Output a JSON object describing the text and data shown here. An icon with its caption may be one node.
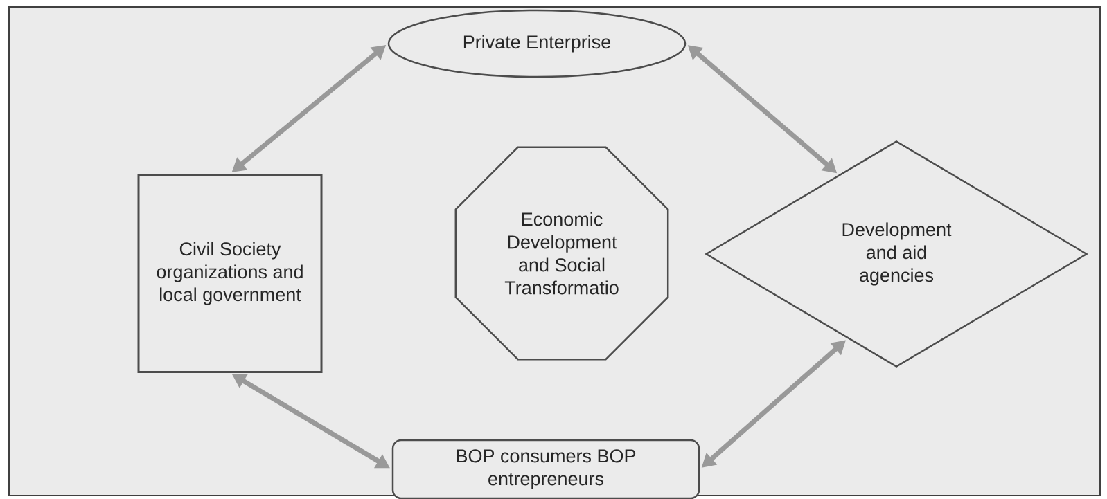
{
  "diagram": {
    "nodes": [
      {
        "text": [
          "Private Enterprise"
        ]
      },
      {
        "text": [
          "Civil Society organizations and local government"
        ]
      },
      {
        "text": [
          "Economic Development and Social Transformatio"
        ]
      },
      {
        "text": [
          "Development and aid agencies"
        ]
      },
      {
        "text": [
          "BOP consumers BOP entrepreneurs"
        ]
      }
    ],
    "edges": [
      {
        "from": 1,
        "to": 0,
        "arrow": "both"
      },
      {
        "from": 0,
        "to": 3,
        "arrow": "both"
      },
      {
        "from": 1,
        "to": 4,
        "arrow": "both"
      },
      {
        "from": 4,
        "to": 3,
        "arrow": "both"
      }
    ]
  }
}
